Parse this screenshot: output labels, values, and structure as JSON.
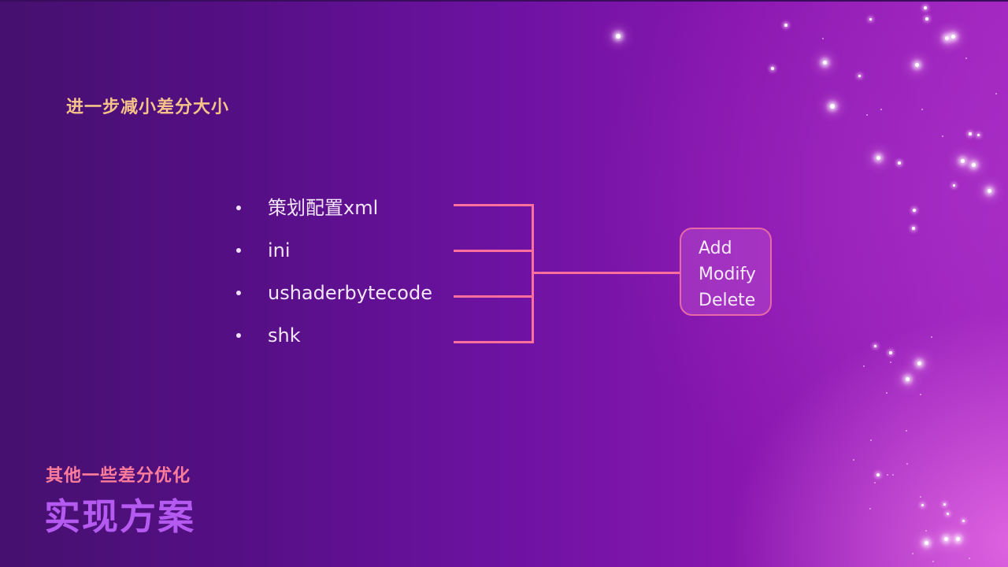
{
  "slide": {
    "subtitle": "进一步减小差分大小",
    "bullets": [
      {
        "label": "策划配置xml"
      },
      {
        "label": "ini"
      },
      {
        "label": "ushaderbytecode"
      },
      {
        "label": "shk"
      }
    ],
    "operations_box": {
      "lines": [
        "Add",
        "Modify",
        "Delete"
      ]
    },
    "section_label": "其他一些差分优化",
    "section_title": "实现方案"
  },
  "colors": {
    "subtitle": "#f6c38a",
    "connector": "#ff6f9e",
    "section_label": "#ff7d9a",
    "section_title": "#b55af0",
    "background_start": "#45106f",
    "background_end": "#e86ee6"
  }
}
